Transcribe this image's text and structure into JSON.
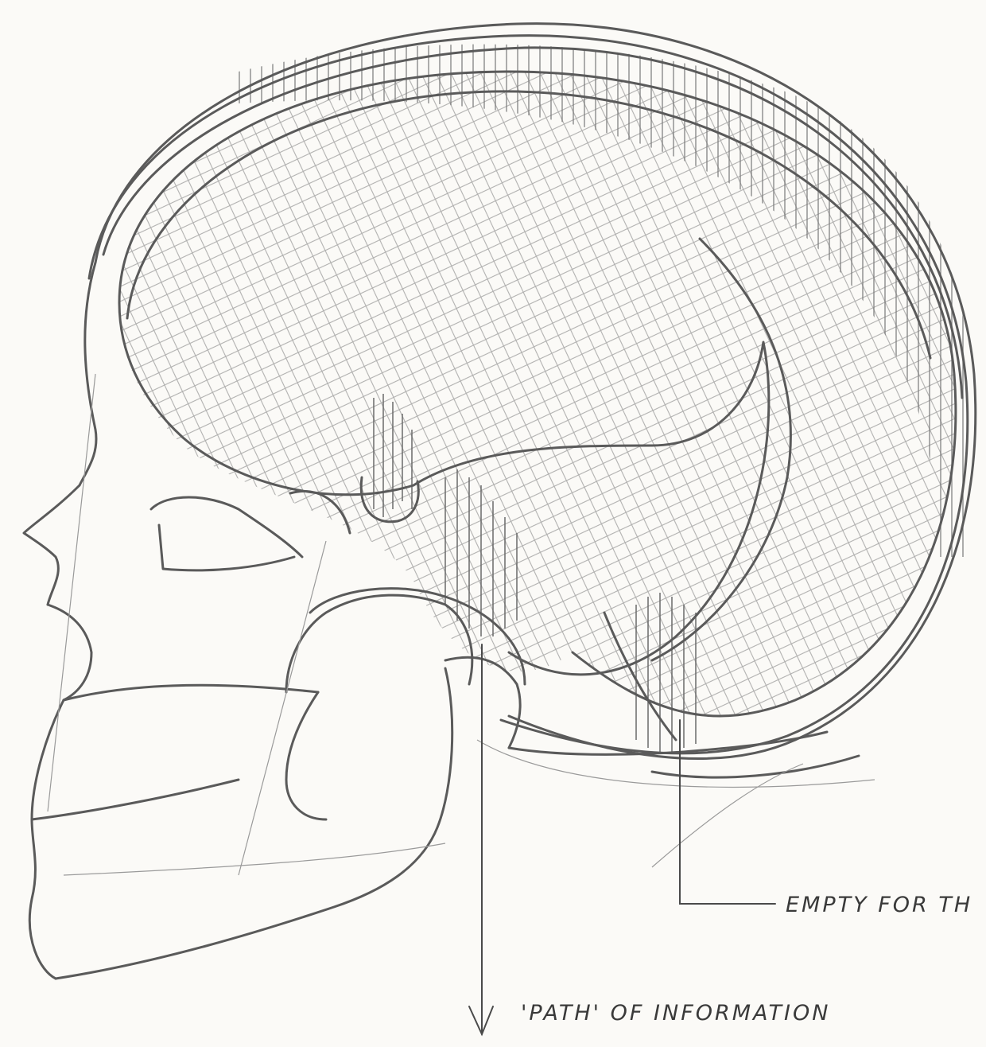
{
  "drawing": {
    "subject": "skull-profile-sketch",
    "ink_color": "#5a5a5a",
    "paper_color": "#fbfaf7"
  },
  "annotations": {
    "empty_label": "EMPTY FOR TH",
    "path_label": "'PATH' OF INFORMATION"
  }
}
